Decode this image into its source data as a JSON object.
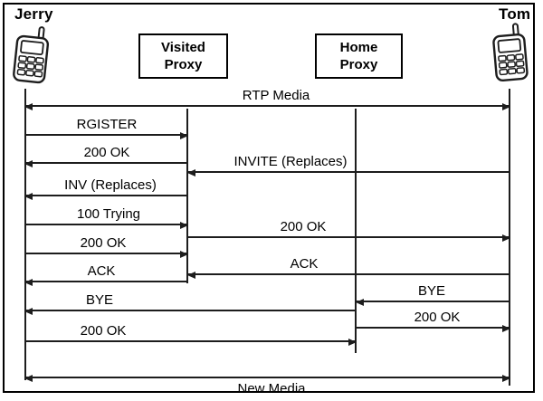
{
  "actors": {
    "left": {
      "name": "Jerry",
      "icon": "mobile-phone-icon"
    },
    "right": {
      "name": "Tom",
      "icon": "mobile-phone-icon"
    }
  },
  "proxies": {
    "visited": {
      "lines": [
        "Visited",
        "Proxy"
      ]
    },
    "home": {
      "lines": [
        "Home",
        "Proxy"
      ]
    }
  },
  "messages": [
    {
      "label": "RTP Media",
      "from": "Jerry",
      "to": "Tom",
      "direction": "both"
    },
    {
      "label": "RGISTER",
      "from": "Jerry",
      "to": "Visited Proxy",
      "direction": "right"
    },
    {
      "label": "200 OK",
      "from": "Visited Proxy",
      "to": "Jerry",
      "direction": "left"
    },
    {
      "label": "INVITE (Replaces)",
      "from": "Tom",
      "to": "Visited Proxy",
      "direction": "left"
    },
    {
      "label": "INV (Replaces)",
      "from": "Visited Proxy",
      "to": "Jerry",
      "direction": "left"
    },
    {
      "label": "100 Trying",
      "from": "Jerry",
      "to": "Visited Proxy",
      "direction": "right"
    },
    {
      "label": "200 OK",
      "from": "Visited Proxy",
      "to": "Tom",
      "direction": "right"
    },
    {
      "label": "200 OK",
      "from": "Jerry",
      "to": "Visited Proxy",
      "direction": "right"
    },
    {
      "label": "ACK",
      "from": "Tom",
      "to": "Visited Proxy",
      "direction": "left"
    },
    {
      "label": "ACK",
      "from": "Visited Proxy",
      "to": "Jerry",
      "direction": "left"
    },
    {
      "label": "BYE",
      "from": "Tom",
      "to": "Home Proxy",
      "direction": "left"
    },
    {
      "label": "BYE",
      "from": "Home Proxy",
      "to": "Jerry",
      "direction": "left"
    },
    {
      "label": "200 OK",
      "from": "Home Proxy",
      "to": "Tom",
      "direction": "right"
    },
    {
      "label": "200 OK",
      "from": "Jerry",
      "to": "Home Proxy",
      "direction": "right"
    },
    {
      "label": "New Media",
      "from": "Jerry",
      "to": "Tom",
      "direction": "both"
    }
  ],
  "colors": {
    "line": "#1d1d1d",
    "text": "#000000",
    "background": "#ffffff",
    "border": "#000000"
  }
}
